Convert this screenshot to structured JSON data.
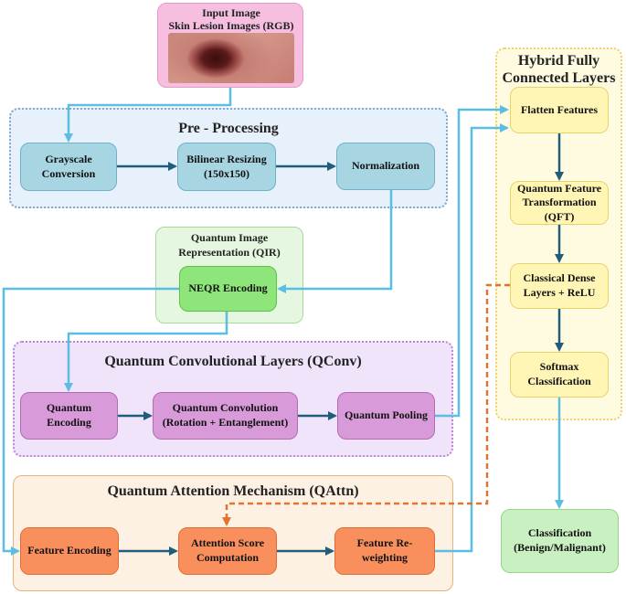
{
  "input_image": {
    "title": "Input Image",
    "subtitle": "Skin Lesion Images (RGB)"
  },
  "preprocessing": {
    "title": "Pre - Processing",
    "steps": [
      "Grayscale\nConversion",
      "Bilinear Resizing\n(150x150)",
      "Normalization"
    ]
  },
  "qir": {
    "title": "Quantum Image\nRepresentation (QIR)",
    "node": "NEQR Encoding"
  },
  "qconv": {
    "title": "Quantum Convolutional Layers (QConv)",
    "steps": [
      "Quantum\nEncoding",
      "Quantum Convolution\n(Rotation + Entanglement)",
      "Quantum Pooling"
    ]
  },
  "qattn": {
    "title": "Quantum Attention Mechanism (QAttn)",
    "steps": [
      "Feature Encoding",
      "Attention Score\nComputation",
      "Feature Re-\nweighting"
    ]
  },
  "hybrid": {
    "title": "Hybrid Fully\nConnected Layers",
    "steps": [
      "Flatten Features",
      "Quantum Feature\nTransformation\n(QFT)",
      "Classical Dense\nLayers + ReLU",
      "Softmax\nClassification"
    ]
  },
  "output": {
    "label": "Classification\n(Benign/Malignant)"
  },
  "colors": {
    "arrow_blue": "#5bbde4",
    "arrow_dark": "#1f5d7a",
    "arrow_orange": "#e0732f"
  }
}
